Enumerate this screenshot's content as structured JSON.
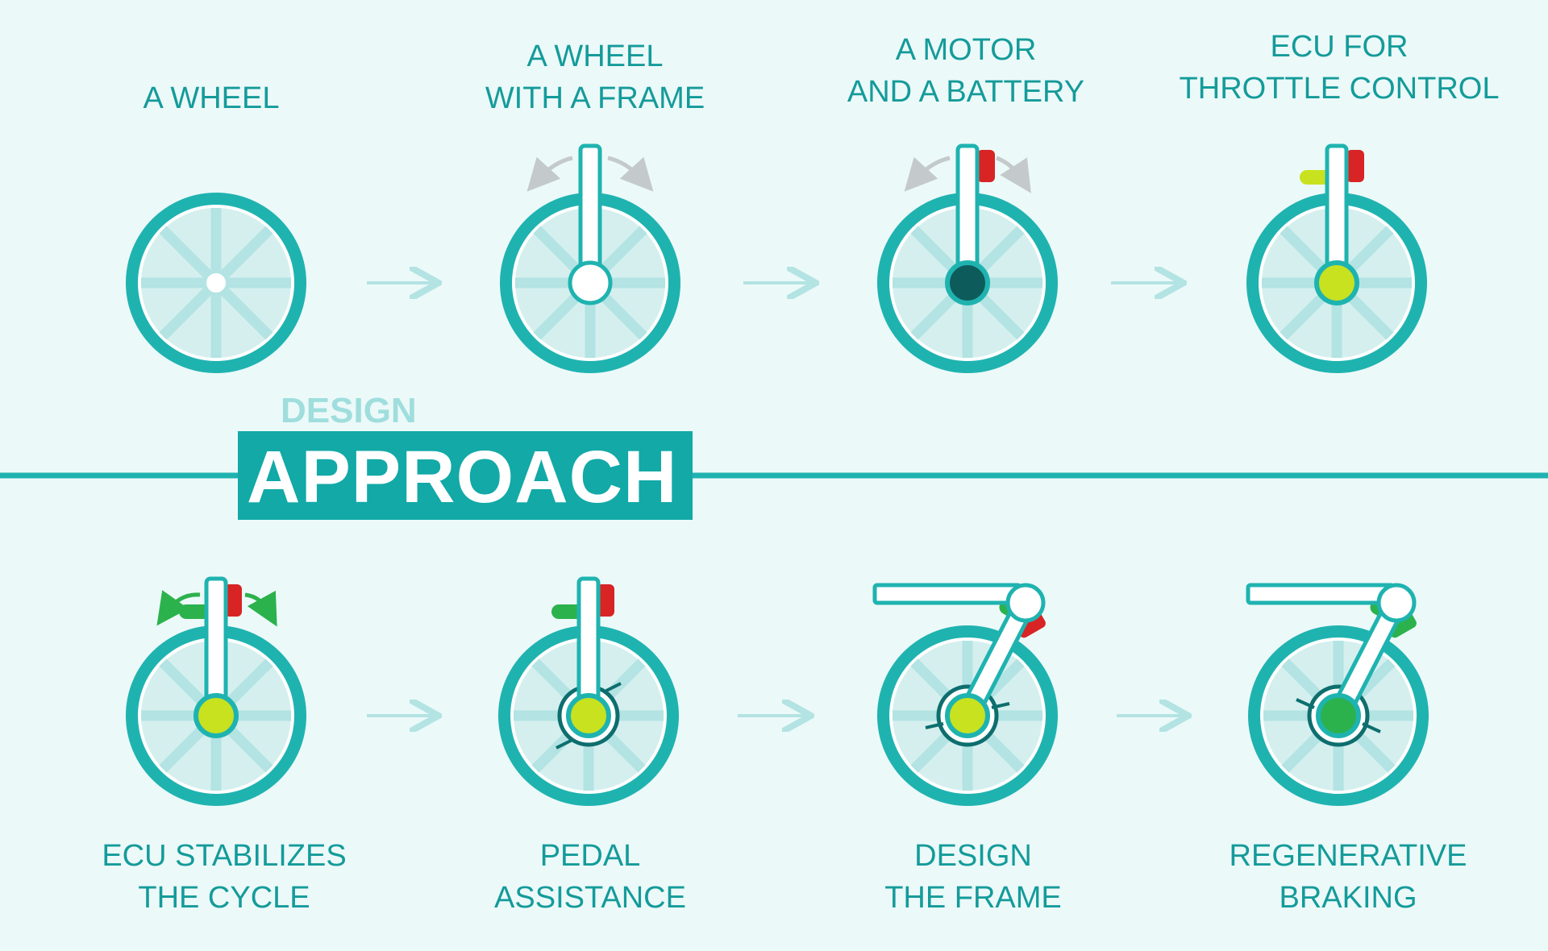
{
  "title": {
    "small": "DESIGN",
    "big": "APPROACH"
  },
  "steps": [
    {
      "caption": "A WHEEL"
    },
    {
      "caption": "A WHEEL\nWITH A FRAME"
    },
    {
      "caption": "A MOTOR\nAND A BATTERY"
    },
    {
      "caption": "ECU FOR\nTHROTTLE CONTROL"
    },
    {
      "caption": "ECU STABILIZES\nTHE CYCLE"
    },
    {
      "caption": "PEDAL\nASSISTANCE"
    },
    {
      "caption": "DESIGN\nTHE FRAME"
    },
    {
      "caption": "REGENERATIVE\nBRAKING"
    }
  ],
  "colors": {
    "background": "#ecf9f9",
    "teal": "#1fb3b0",
    "spoke": "#b3e3e3",
    "arrow_gray": "#c4cacb",
    "battery_red": "#d82424",
    "ecu_lime": "#c8e21f",
    "ecu_green": "#2bb24c",
    "motor_dark": "#0e5b5c"
  }
}
